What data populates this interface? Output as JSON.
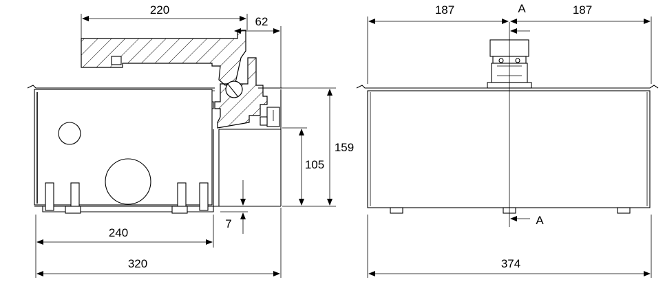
{
  "left_view": {
    "dim_top_width": "220",
    "dim_top_offset": "62",
    "dim_total_height": "159",
    "dim_box_height": "105",
    "dim_gap": "7",
    "dim_inner_length": "240",
    "dim_total_length": "320"
  },
  "right_view": {
    "dim_half_left": "187",
    "dim_half_right": "187",
    "dim_total_width": "374",
    "section_label_top": "A",
    "section_label_bottom": "A"
  }
}
